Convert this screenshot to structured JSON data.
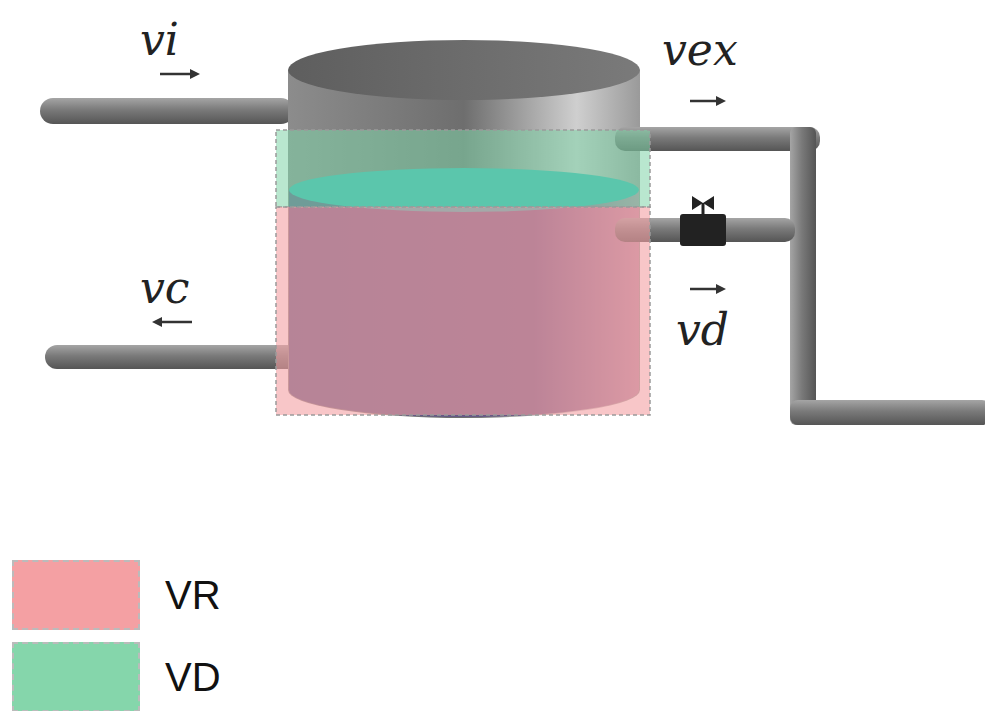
{
  "diagram": {
    "labels": [
      "vi",
      "vex",
      "vc",
      "vd"
    ],
    "legend": [
      {
        "text": "VR",
        "color": "#f4a0a3"
      },
      {
        "text": "VD",
        "color": "#85d6ab"
      }
    ]
  }
}
